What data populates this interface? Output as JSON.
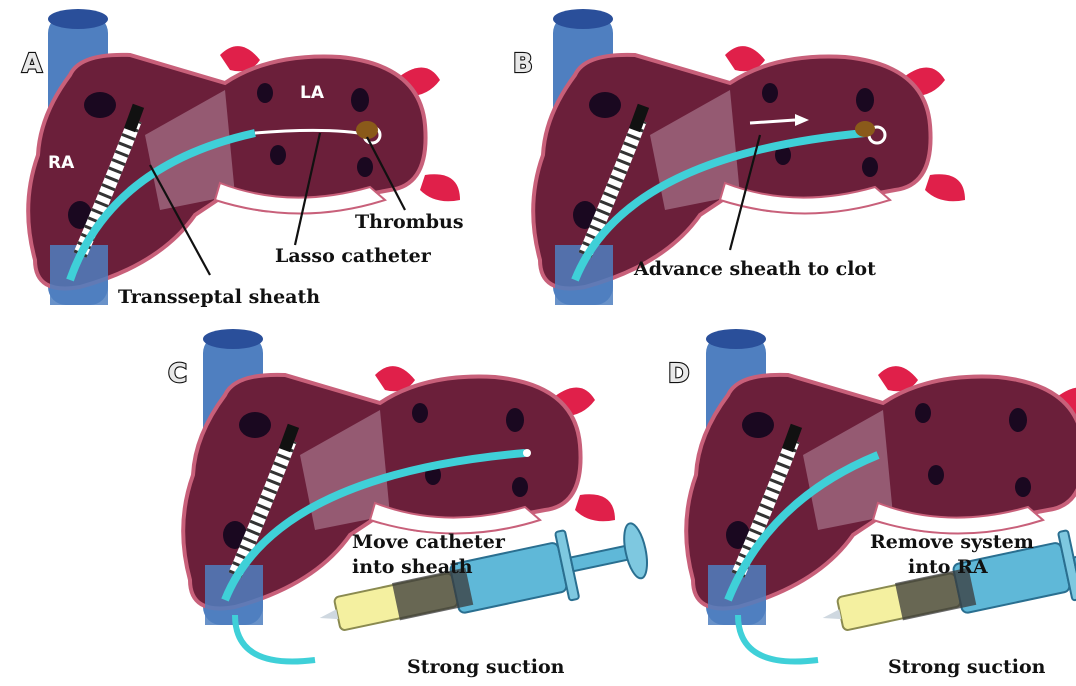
{
  "colors": {
    "heart": "#6b1f3a",
    "heart_outline": "#c8607a",
    "vessel": "#4f7fc0",
    "catheter": "#3fd0d8",
    "vein_red": "#e0204a",
    "thrombus": "#8a5a1a"
  },
  "panels": [
    {
      "letter": "A",
      "chamber_labels": [
        "RA",
        "LA"
      ],
      "callouts": [
        "Thrombus",
        "Lasso catheter",
        "Transseptal sheath"
      ]
    },
    {
      "letter": "B",
      "callouts": [
        "Advance sheath to clot"
      ]
    },
    {
      "letter": "C",
      "callouts": [
        "Move catheter",
        "into sheath",
        "Strong suction"
      ]
    },
    {
      "letter": "D",
      "callouts": [
        "Remove system",
        "into RA",
        "Strong suction"
      ]
    }
  ]
}
